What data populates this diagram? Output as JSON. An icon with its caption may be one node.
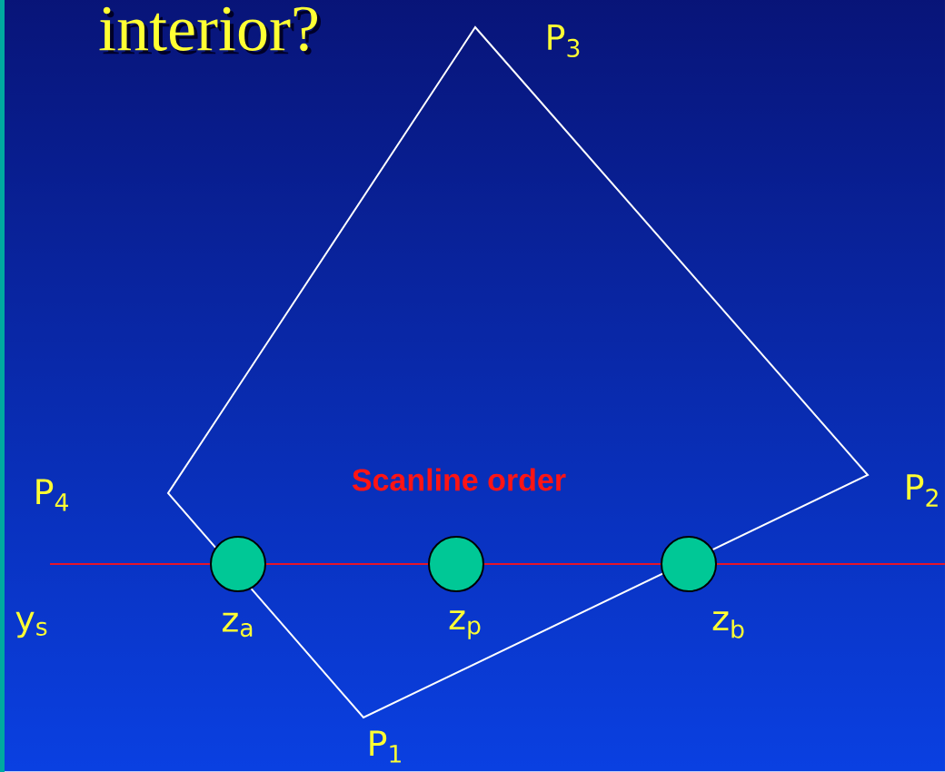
{
  "diagram": {
    "title": "interior?",
    "nodes": [
      {
        "text": [],
        "shape": "circle",
        "beside": [
          "z$_{a}$"
        ]
      },
      {
        "text": [],
        "shape": "circle",
        "beside": [
          "z$_{p}$"
        ]
      },
      {
        "text": [],
        "shape": "circle",
        "beside": [
          "z$_{b}$"
        ]
      }
    ],
    "labels": [
      "P$_{3}$",
      "P$_{4}$",
      "Scanline order",
      "P$_{2}$",
      "y$_{s}$",
      "P$_{1}$"
    ]
  }
}
